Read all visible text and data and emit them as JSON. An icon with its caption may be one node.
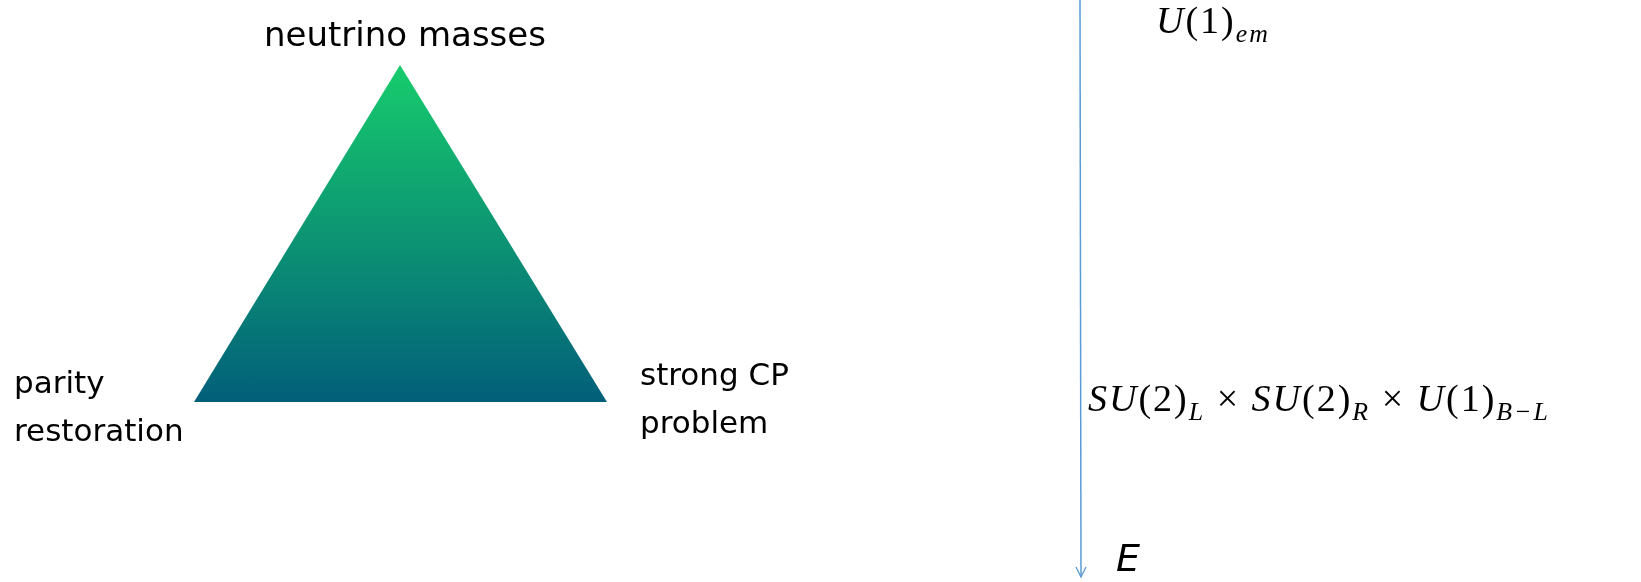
{
  "diagram": {
    "nodes": [
      {
        "text": [],
        "shape": "triangle",
        "beside": [
          "neutrino masses",
          "parity restoration",
          "strong CP problem"
        ]
      }
    ],
    "edges": [],
    "labels": [
      "*U*(1)$_{em}$",
      "*SU*(2)$_{L}$ × *SU*(2)$_{R}$ × *U*(1)$_{B−L}$",
      "E"
    ]
  }
}
